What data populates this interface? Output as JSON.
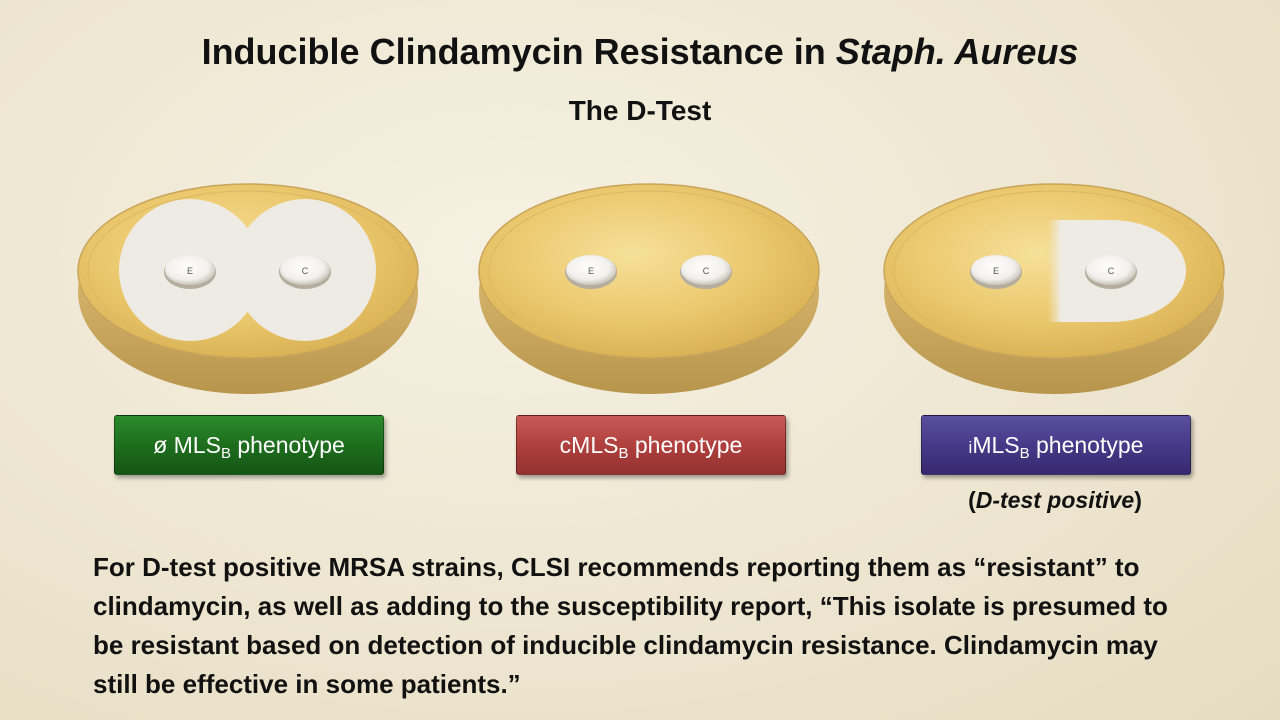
{
  "slide": {
    "title_prefix": "Inducible Clindamycin Resistance in ",
    "title_italic": "Staph. Aureus",
    "subtitle": "The D-Test"
  },
  "plates": [
    {
      "discs": {
        "left": "E",
        "right": "C"
      },
      "zones": "both circular inhibition zones"
    },
    {
      "discs": {
        "left": "E",
        "right": "C"
      },
      "zones": "none"
    },
    {
      "discs": {
        "left": "E",
        "right": "C"
      },
      "zones": "D-shaped zone around C"
    }
  ],
  "labels": [
    {
      "prefix": "ø MLS",
      "sub": "B",
      "suffix": " phenotype",
      "color": "#1e6e1e"
    },
    {
      "prefix": "cMLS",
      "sub": "B",
      "suffix": " phenotype",
      "color": "#b0403e"
    },
    {
      "pre_small": "i",
      "prefix": "MLS",
      "sub": "B",
      "suffix": " phenotype",
      "color": "#463a88"
    }
  ],
  "note": {
    "open": "(",
    "italic": "D-test positive",
    "close": ")"
  },
  "body_text": "For D-test positive MRSA strains, CLSI recommends reporting them as “resistant” to clindamycin, as well as adding to the susceptibility report, “This isolate is presumed to be resistant based on detection of inducible clindamycin resistance.  Clindamycin may still be effective in some patients.”",
  "colors": {
    "background": "#efe8d4",
    "agar": "#eccb73",
    "zone": "#eeebe4"
  }
}
